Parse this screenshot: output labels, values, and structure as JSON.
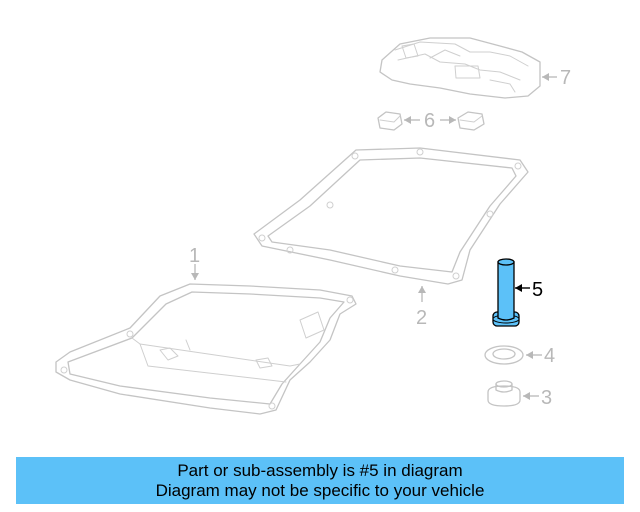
{
  "callouts": {
    "part_1": "1",
    "part_2": "2",
    "part_3": "3",
    "part_4": "4",
    "part_5": "5",
    "part_6": "6",
    "part_7": "7"
  },
  "highlighted_part": "5",
  "colors": {
    "highlight_part_fill": "#5cc1f8",
    "banner_background": "#5cc1f8",
    "outline_gray": "#c4c4c4",
    "callout_gray": "#b8b8b8"
  },
  "banner": {
    "line1": "Part or sub-assembly is #5 in diagram",
    "line2": "Diagram may not be specific to your vehicle"
  }
}
